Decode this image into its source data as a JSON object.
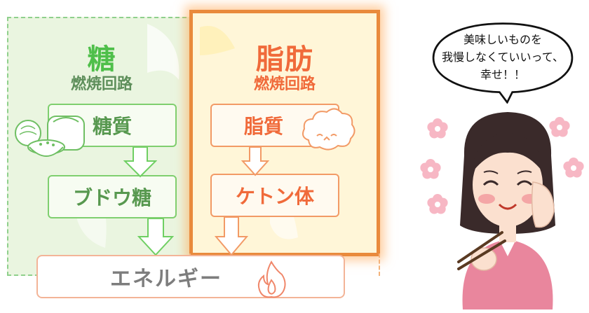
{
  "sugar_circuit": {
    "title": "糖",
    "subtitle": "燃焼回路",
    "step1": "糖質",
    "step2": "ブドウ糖"
  },
  "fat_circuit": {
    "title": "脂肪",
    "subtitle": "燃焼回路",
    "step1": "脂質",
    "step2": "ケトン体"
  },
  "energy_label": "エネルギー",
  "speech_bubble": {
    "line1": "美味しいものを",
    "line2": "我慢しなくていいって、",
    "line3": "幸せ！！"
  },
  "colors": {
    "sugar_accent": "#4fbf4a",
    "fat_accent": "#f06a3a",
    "fat_frame": "#e98a3c"
  },
  "icons": [
    "rice-bread-icon",
    "fat-cloud-icon",
    "flame-icon",
    "flower-icon",
    "woman-eating-icon"
  ]
}
